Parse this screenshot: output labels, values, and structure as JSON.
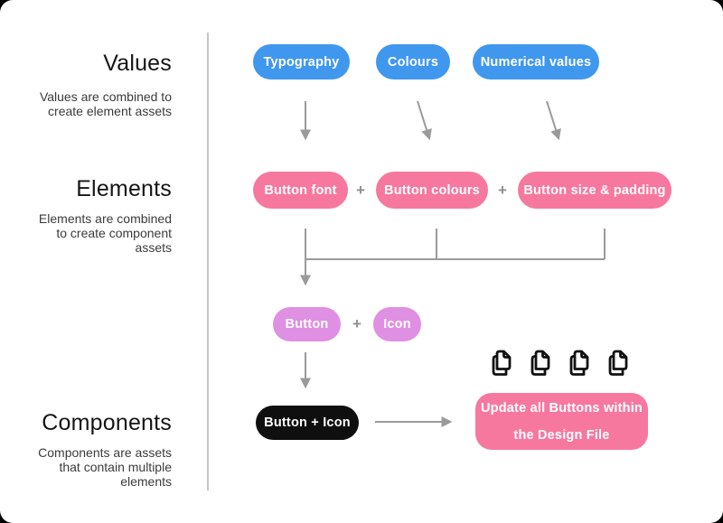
{
  "page": {
    "background_color": "#000000",
    "card_color": "#ffffff",
    "divider_color": "#c6c6c6",
    "arrow_color": "#9a9a9a"
  },
  "left_column": {
    "sections": [
      {
        "title": "Values",
        "description": "Values are combined to\ncreate element assets"
      },
      {
        "title": "Elements",
        "description": "Elements are combined\nto create component\nassets"
      },
      {
        "title": "Components",
        "description": "Components are assets\nthat contain multiple\nelements"
      }
    ]
  },
  "diagram": {
    "plus": "+",
    "value_pill_color": "#4097ee",
    "value_pills": [
      {
        "label": "Typography"
      },
      {
        "label": "Colours"
      },
      {
        "label": "Numerical values"
      }
    ],
    "element_pill_color": "#f7789f",
    "element_pills": [
      {
        "label": "Button font"
      },
      {
        "label": "Button colours"
      },
      {
        "label": "Button size & padding"
      }
    ],
    "part_pill_color": "#df90e3",
    "part_pills": [
      {
        "label": "Button"
      },
      {
        "label": "Icon"
      }
    ],
    "component_pill": {
      "label": "Button + Icon",
      "color": "#0f0f0f"
    },
    "result_box": {
      "label": "Update all Buttons within\nthe Design File",
      "color": "#f7789f"
    },
    "document_icons": {
      "name": "copy-icon",
      "count": 4
    }
  }
}
